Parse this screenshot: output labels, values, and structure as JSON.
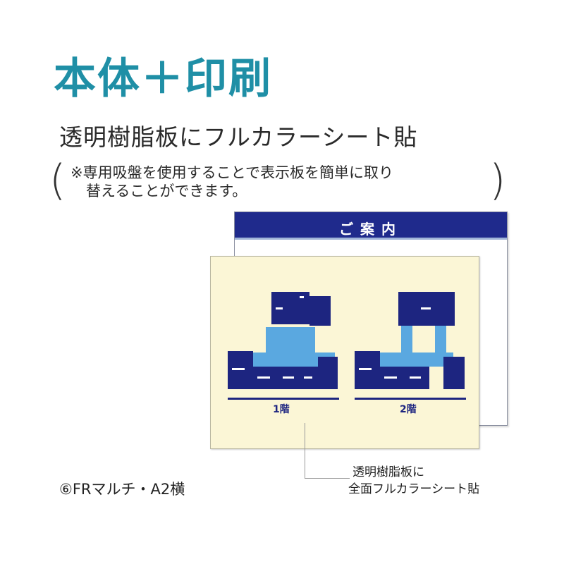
{
  "title": "本体＋印刷",
  "subtitle": "透明樹脂板にフルカラーシート貼",
  "note": {
    "open_paren": "(",
    "close_paren": ")",
    "line1": "※専用吸盤を使用することで表示板を簡単に取り",
    "line2": "替えることができます。"
  },
  "board": {
    "header": "ご案内",
    "floors": [
      {
        "label": "1階"
      },
      {
        "label": "2階"
      }
    ]
  },
  "callout": {
    "line1": "透明樹脂板に",
    "line2": "全面フルカラーシート貼"
  },
  "model_label": "⑥FRマルチ・A2横",
  "colors": {
    "title": "#1f8fa6",
    "header": "#1f2a8c",
    "room": "#1d2580",
    "hall": "#5aa8e0",
    "sheet": "#fbf6d6"
  }
}
